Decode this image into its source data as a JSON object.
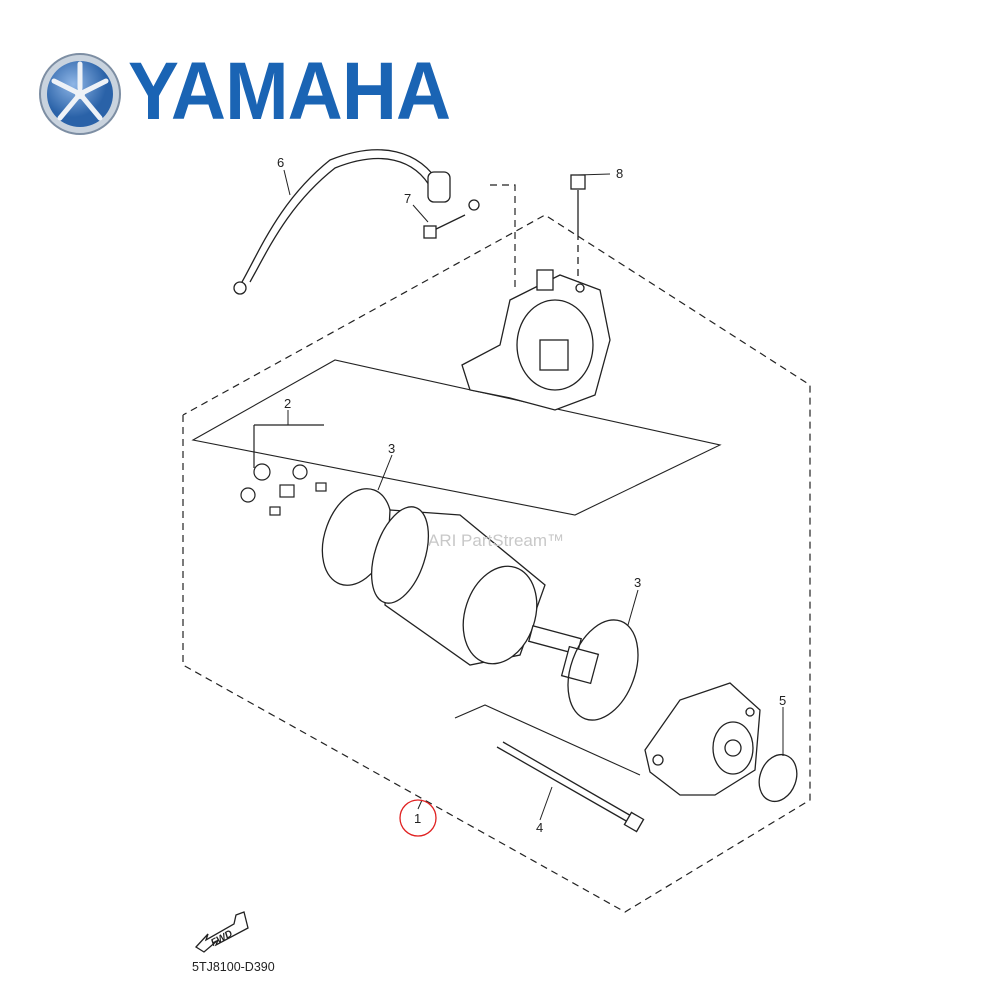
{
  "brand": {
    "name": "YAMAHA",
    "color": "#1a64b4"
  },
  "watermark": "ARI PartStream™",
  "diagram_code": "5TJ8100-D390",
  "fwd_label": "FWD",
  "callouts": [
    {
      "number": "1",
      "highlighted": true,
      "highlight_color": "#e02020"
    },
    {
      "number": "2"
    },
    {
      "number": "3"
    },
    {
      "number": "3"
    },
    {
      "number": "4"
    },
    {
      "number": "5"
    },
    {
      "number": "6"
    },
    {
      "number": "7"
    },
    {
      "number": "8"
    }
  ]
}
